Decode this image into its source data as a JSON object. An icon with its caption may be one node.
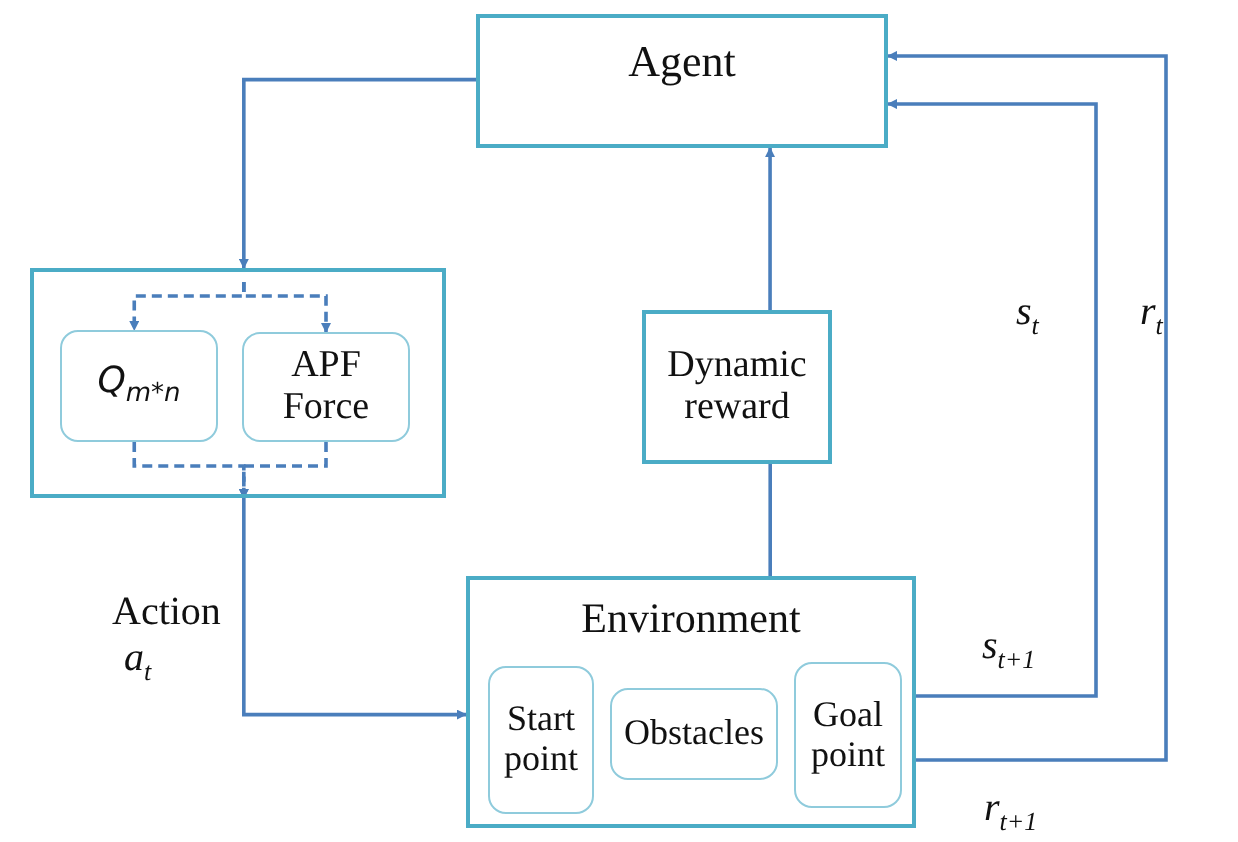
{
  "diagram": {
    "nodes": [
      {
        "text": [
          "Agent"
        ]
      },
      {
        "text": [],
        "shape": "box"
      },
      {
        "text": [
          "Q$_{m*n}$"
        ],
        "in": 1
      },
      {
        "text": [
          "APF Force"
        ],
        "in": 1
      },
      {
        "text": [
          "Dynamic reward"
        ]
      },
      {
        "text": [
          "Environment"
        ]
      },
      {
        "text": [
          "Start point"
        ],
        "in": 5
      },
      {
        "text": [
          "Obstacles"
        ],
        "in": 5
      },
      {
        "text": [
          "Goal point"
        ],
        "in": 5
      }
    ],
    "edges": [
      {
        "from": 0,
        "to": 1,
        "arrow": "to"
      },
      {
        "from": 1,
        "to": 2,
        "arrow": "to",
        "style": "dashed"
      },
      {
        "from": 1,
        "to": 3,
        "arrow": "to",
        "style": "dashed"
      },
      {
        "from": 2,
        "to": 1,
        "arrow": "to",
        "style": "dashed"
      },
      {
        "from": 3,
        "to": 1,
        "arrow": "to",
        "style": "dashed"
      },
      {
        "from": 1,
        "to": 5,
        "arrow": "to"
      },
      {
        "from": 5,
        "to": 4,
        "arrow": "none"
      },
      {
        "from": 4,
        "to": 0,
        "arrow": "to"
      },
      {
        "from": 5,
        "to": 0,
        "arrow": "to"
      },
      {
        "from": 5,
        "to": 0,
        "arrow": "to"
      }
    ],
    "labels": [
      "Action",
      "a$_{t}$",
      "s$_{t}$",
      "s$_{t+1}$",
      "r$_{t}$",
      "r$_{t+1}$"
    ]
  }
}
